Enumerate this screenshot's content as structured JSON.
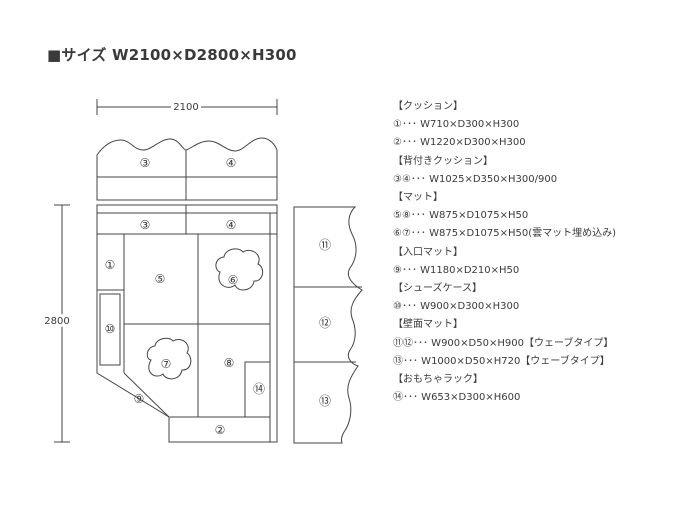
{
  "title": "■サイズ W2100×D2800×H300",
  "dims": {
    "width": "2100",
    "depth": "2800"
  },
  "labels": {
    "b1": "③",
    "b2": "④",
    "c3": "③",
    "c4": "④",
    "p1": "①",
    "p5": "⑤",
    "p6": "⑥",
    "p10": "⑩",
    "p7": "⑦",
    "p8": "⑧",
    "p14": "⑭",
    "p9": "⑨",
    "p2": "②",
    "r11": "⑪",
    "r12": "⑫",
    "r13": "⑬"
  },
  "legend": [
    "【クッション】",
    "①･･･ W710×D300×H300",
    "②･･･ W1220×D300×H300",
    "【背付きクッション】",
    "③④･･･ W1025×D350×H300/900",
    "【マット】",
    "⑤⑧･･･ W875×D1075×H50",
    "⑥⑦･･･ W875×D1075×H50(雲マット埋め込み)",
    "【入口マット】",
    "⑨･･･ W1180×D210×H50",
    "【シューズケース】",
    "⑩･･･ W900×D300×H300",
    "【壁面マット】",
    "⑪⑫･･･ W900×D50×H900【ウェーブタイプ】",
    "⑬･･･ W1000×D50×H720【ウェーブタイプ】",
    "【おもちゃラック】",
    "⑭･･･ W653×D300×H600"
  ]
}
